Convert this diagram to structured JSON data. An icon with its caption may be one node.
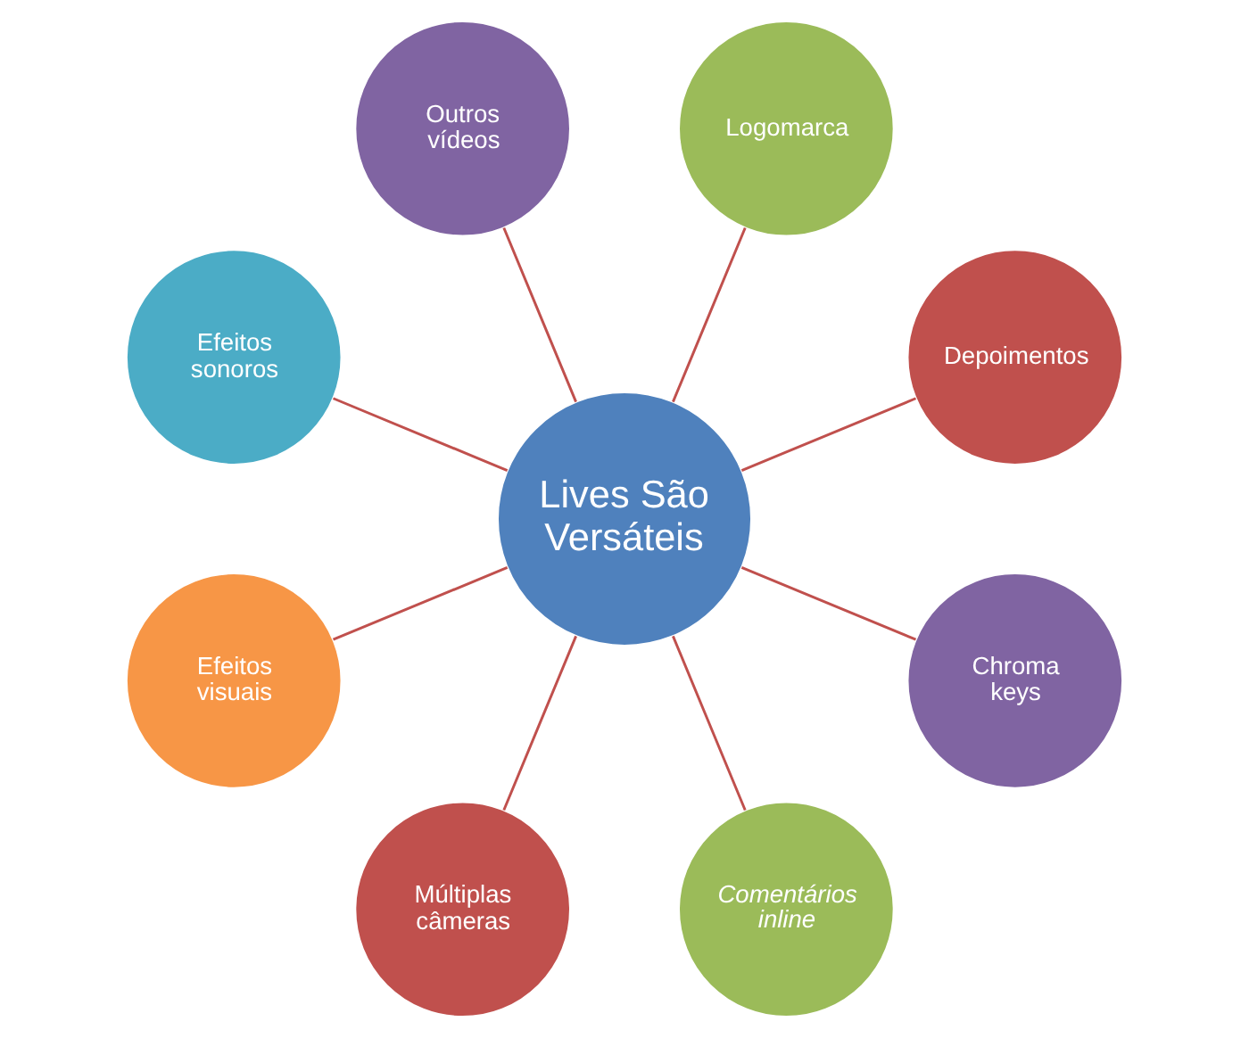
{
  "diagram": {
    "nodes": [
      {
        "text": [
          "Lives São Versáteis"
        ]
      },
      {
        "text": [
          "Depoimentos"
        ]
      },
      {
        "text": [
          "Logomarca"
        ]
      },
      {
        "text": [
          "Outros vídeos"
        ]
      },
      {
        "text": [
          "Efeitos sonoros"
        ]
      },
      {
        "text": [
          "Efeitos visuais"
        ]
      },
      {
        "text": [
          "Múltiplas câmeras"
        ]
      },
      {
        "text": [
          "Comentários inline"
        ]
      },
      {
        "text": [
          "Chroma keys"
        ]
      }
    ],
    "edges": [
      {
        "from": 0,
        "to": 1,
        "arrow": "none"
      },
      {
        "from": 0,
        "to": 2,
        "arrow": "none"
      },
      {
        "from": 0,
        "to": 3,
        "arrow": "none"
      },
      {
        "from": 0,
        "to": 4,
        "arrow": "none"
      },
      {
        "from": 0,
        "to": 5,
        "arrow": "none"
      },
      {
        "from": 0,
        "to": 6,
        "arrow": "none"
      },
      {
        "from": 0,
        "to": 7,
        "arrow": "none"
      },
      {
        "from": 0,
        "to": 8,
        "arrow": "none"
      }
    ]
  }
}
